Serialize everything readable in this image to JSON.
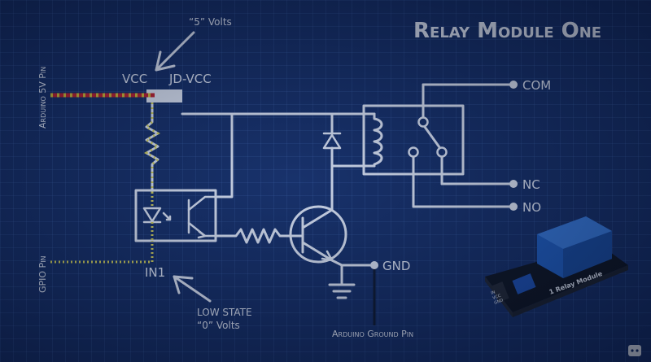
{
  "title": "Relay Module One",
  "labels": {
    "five_volts": "“5” Volts",
    "vcc": "VCC",
    "jd_vcc": "JD-VCC",
    "arduino_5v_pin": "Arduino 5V Pin",
    "gpio_pin": "GPIO Pin",
    "in1": "IN1",
    "low_state": "LOW STATE",
    "zero_volts": "“0” Volts",
    "com": "COM",
    "nc": "NC",
    "no": "NO",
    "gnd": "GND",
    "arduino_ground_pin": "Arduino Ground Pin"
  },
  "module_photo": {
    "label": "1 Relay Module",
    "pins": [
      "IN",
      "VCC",
      "GND"
    ]
  },
  "colors": {
    "background": "#13285a",
    "wire": "#ffffff",
    "power_dots": "#f0d020",
    "power_line": "#d81818",
    "signal_dots": "#f2e64a",
    "relay_blue": "#1f5fc2"
  },
  "icons": [
    "arrow-icon",
    "resistor-icon",
    "led-icon",
    "phototransistor-icon",
    "diode-icon",
    "coil-icon",
    "switch-icon",
    "transistor-icon",
    "ground-icon",
    "relay-module-photo"
  ]
}
